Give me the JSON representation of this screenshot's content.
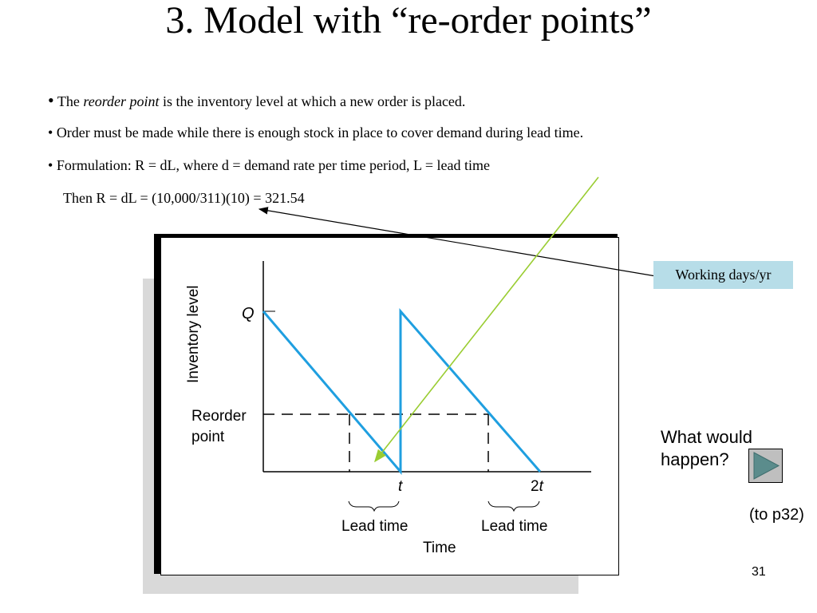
{
  "title": "3. Model with “re-order points”",
  "bullets": {
    "b1_prefix": "The ",
    "b1_term": "reorder point",
    "b1_suffix": " is the inventory level at which a new order is placed.",
    "b2": "Order must be made while there is enough stock in place to cover demand during lead time.",
    "b3": "Formulation:   R = dL,  where d = demand rate per time period,    L = lead time",
    "b4": "Then  R = dL = (10,000/311)(10) = 321.54"
  },
  "diagram": {
    "ylabel": "Inventory level",
    "xlabel": "Time",
    "q_label": "Q",
    "reorder_label_1": "Reorder",
    "reorder_label_2": "point",
    "tick_t": "t",
    "tick_2t_num": "2",
    "tick_2t_var": "t",
    "lead_time_1": "Lead time",
    "lead_time_2": "Lead time",
    "line_color": "#1f9fe0"
  },
  "callout": {
    "text": "Working days/yr",
    "bg": "#b7dde8"
  },
  "question": {
    "line1": "What would",
    "line2": "happen?"
  },
  "nav": {
    "link": "(to p32)",
    "icon": "play-triangle-icon"
  },
  "page_number": "31",
  "colors": {
    "arrow_green": "#9acd32",
    "arrow_black": "#000000"
  }
}
